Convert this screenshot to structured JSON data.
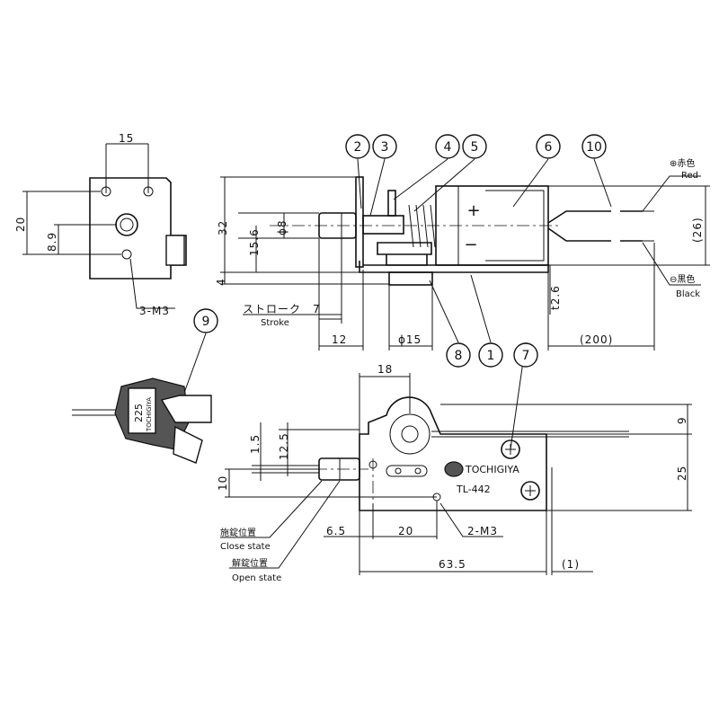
{
  "title": "TL-442 solenoid lock dimensional drawing",
  "left_view": {
    "dim_width": "15",
    "dim_height": "20",
    "dim_hole": "8.9",
    "holes_label": "3-M3"
  },
  "side_view": {
    "dim_32": "32",
    "dim_15_6": "15.6",
    "dim_phi8": "ϕ8",
    "dim_4": "4",
    "stroke_jp": "ストローク　7",
    "stroke_en": "Stroke",
    "dim_12": "12",
    "dim_phi15": "ϕ15",
    "dim_200": "(200)",
    "dim_t2_6": "t2.6",
    "dim_26": "(26)",
    "plus": "+",
    "minus": "−",
    "red_jp": "⊕赤色",
    "red_en": "Red",
    "black_jp": "⊖黒色",
    "black_en": "Black"
  },
  "callouts": [
    "1",
    "2",
    "3",
    "4",
    "5",
    "6",
    "7",
    "8",
    "9",
    "10"
  ],
  "key": {
    "number": "225",
    "brand": "TOCHIGIYA"
  },
  "front_view": {
    "dim_18": "18",
    "dim_9": "9",
    "dim_25": "25",
    "dim_1_5": "1.5",
    "dim_12_5": "12.5",
    "dim_10": "10",
    "dim_6_5": "6.5",
    "dim_20": "20",
    "holes_label": "2-M3",
    "dim_63_5": "63.5",
    "dim_1": "(1)",
    "brand": "TOCHIGIYA",
    "logo": "TOCHIGIYA",
    "model": "TL-442",
    "close_jp": "施錠位置",
    "close_en": "Close state",
    "open_jp": "解錠位置",
    "open_en": "Open state"
  }
}
